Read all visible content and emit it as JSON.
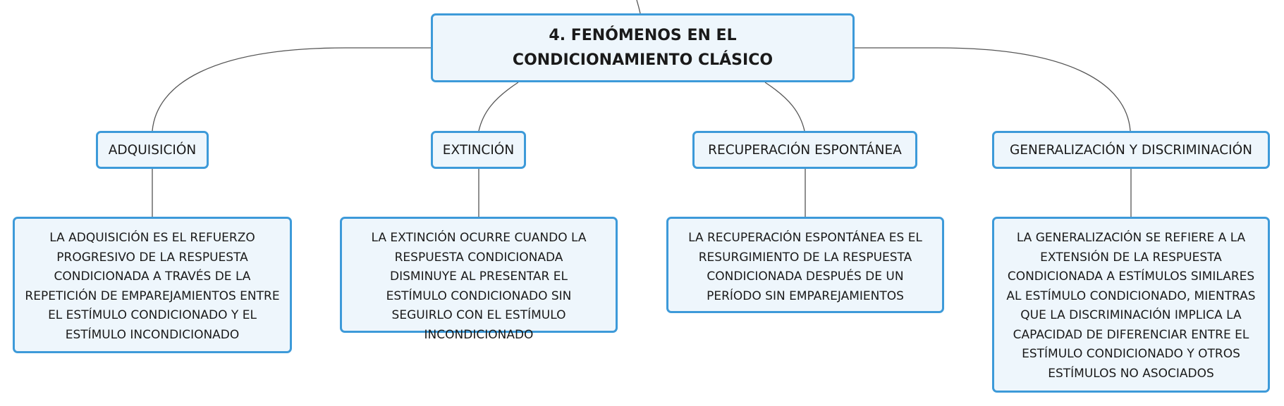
{
  "root": {
    "title": "4. FENÓMENOS EN EL CONDICIONAMIENTO CLÁSICO"
  },
  "branches": [
    {
      "label": "ADQUISICIÓN",
      "description": "LA ADQUISICIÓN ES EL REFUERZO PROGRESIVO DE LA RESPUESTA CONDICIONADA A TRAVÉS DE LA REPETICIÓN DE EMPAREJAMIENTOS ENTRE EL ESTÍMULO CONDICIONADO Y EL ESTÍMULO INCONDICIONADO"
    },
    {
      "label": "EXTINCIÓN",
      "description": "LA EXTINCIÓN OCURRE CUANDO LA RESPUESTA CONDICIONADA DISMINUYE AL PRESENTAR EL ESTÍMULO CONDICIONADO SIN SEGUIRLO CON EL ESTÍMULO INCONDICIONADO"
    },
    {
      "label": "RECUPERACIÓN ESPONTÁNEA",
      "description": "LA RECUPERACIÓN ESPONTÁNEA ES EL RESURGIMIENTO DE LA RESPUESTA CONDICIONADA DESPUÉS DE UN PERÍODO SIN EMPAREJAMIENTOS"
    },
    {
      "label": "GENERALIZACIÓN Y DISCRIMINACIÓN",
      "description": "LA GENERALIZACIÓN SE REFIERE A LA EXTENSIÓN DE LA RESPUESTA CONDICIONADA A ESTÍMULOS SIMILARES AL ESTÍMULO CONDICIONADO, MIENTRAS QUE LA DISCRIMINACIÓN IMPLICA LA CAPACIDAD DE DIFERENCIAR ENTRE EL ESTÍMULO CONDICIONADO Y OTROS ESTÍMULOS NO ASOCIADOS"
    }
  ],
  "colors": {
    "node_border": "#3d9ad9",
    "node_fill": "#eef6fc",
    "connector": "#555555"
  }
}
